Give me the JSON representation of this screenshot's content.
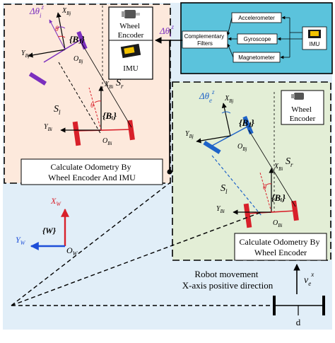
{
  "colors": {
    "background_blue": "#e1eef8",
    "left_panel_fill": "#fde9dc",
    "right_panel_fill": "#e3eed6",
    "imu_panel_fill": "#5bc3dc",
    "purple_wheel": "#7b2fbe",
    "red_wheel": "#d8202a",
    "blue_wheel": "#1e63c8",
    "world_x_axis": "#d8202a",
    "world_y_axis": "#1d4ed8",
    "angle_purple": "#7b2fbe",
    "angle_blue": "#1e63c8"
  },
  "left_panel": {
    "caption": "Calculate Odometry By Wheel Encoder And IMU",
    "caption_lines": [
      "Calculate Odometry By",
      "Wheel Encoder And IMU"
    ],
    "delta_theta": "Δθᵢᶻ",
    "theta_mid": "θᵢᶻ",
    "frame_top": "{Bⱼ}",
    "frame_bottom": "{Bᵢ}",
    "x_bj": "X_Bj",
    "y_bj": "Y_Bj",
    "o_bj": "O_Bj",
    "x_bi": "X_Bi",
    "y_bi": "Y_Bi",
    "o_bi": "O_Bi",
    "theta_low": "θᵢᶻ",
    "s_l": "S_l",
    "s_r": "S_r"
  },
  "left_panel_labels": {
    "delta": "Δθ",
    "delta_sub": "i",
    "delta_sup": "z",
    "theta": "θ",
    "bj": "{Bⱼ}",
    "bi": "{Bᵢ}",
    "xbj_main": "X",
    "xbj_sub": "Bj",
    "ybj_main": "Y",
    "ybj_sub": "Bj",
    "obj_main": "O",
    "obj_sub": "Bj",
    "xbi_main": "X",
    "xbi_sub": "Bi",
    "ybi_main": "Y",
    "ybi_sub": "Bi",
    "obi_main": "O",
    "obi_sub": "Bi",
    "sl_main": "S",
    "sl_sub": "l",
    "sr_main": "S",
    "sr_sub": "r"
  },
  "sensor_box": {
    "wheel_encoder": [
      "Wheel",
      "Encoder"
    ],
    "imu": "IMU"
  },
  "imu_panel": {
    "accelerometer": "Accelerometer",
    "gyroscope": "Gyroscope",
    "magnetometer": "Magnetometer",
    "filters": [
      "Complementary",
      "Filters"
    ],
    "imu": "IMU"
  },
  "arrow_label": {
    "main": "Δθ",
    "sub": "i",
    "sup": "z"
  },
  "right_panel": {
    "caption_lines": [
      "Calculate Odometry By",
      "Wheel Encoder"
    ],
    "wheel_encoder": [
      "Wheel",
      "Encoder"
    ],
    "delta": "Δθ",
    "delta_sub": "e",
    "delta_sup": "z",
    "theta": "θ",
    "bj": "{Bⱼ}",
    "bi": "{Bᵢ}",
    "xbj_main": "X",
    "xbj_sub": "Bj",
    "ybj_main": "Y",
    "ybj_sub": "Bj",
    "obj_main": "O",
    "obj_sub": "Bj",
    "xbi_main": "X",
    "xbi_sub": "Bi",
    "ybi_main": "Y",
    "ybi_sub": "Bi",
    "obi_main": "O",
    "obi_sub": "Bi",
    "sl_main": "S",
    "sl_sub": "l",
    "sr_main": "S",
    "sr_sub": "r"
  },
  "world_frame": {
    "x_main": "X",
    "x_sub": "W",
    "y_main": "Y",
    "y_sub": "W",
    "frame": "{W}",
    "o_main": "O",
    "o_sub": "W"
  },
  "bottom": {
    "movement_lines": [
      "Robot movement",
      "X-axis positive direction"
    ],
    "velocity_main": "v",
    "velocity_sub": "e",
    "velocity_sup": "x",
    "d_label": "d"
  }
}
